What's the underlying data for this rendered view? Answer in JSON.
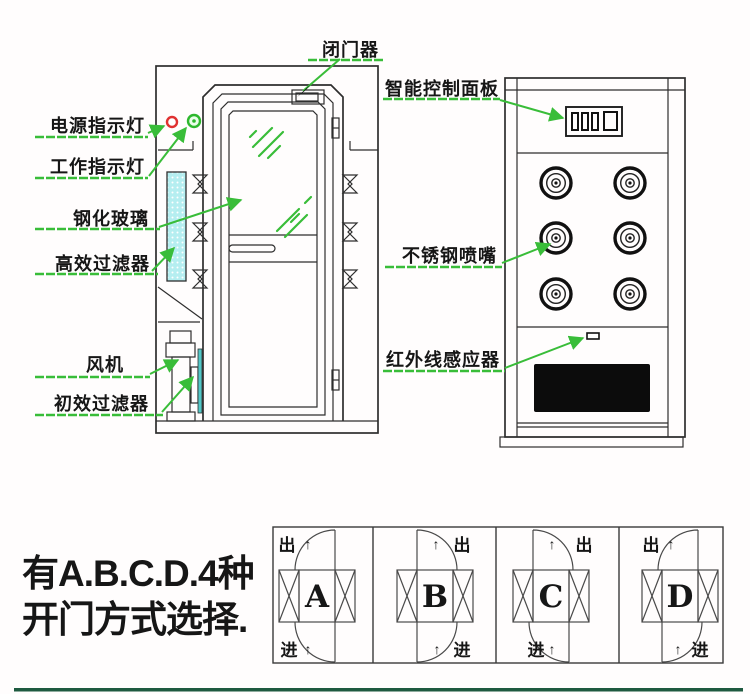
{
  "front_view": {
    "door_closer": "闭门器",
    "power_light": "电源指示灯",
    "work_light": "工作指示灯",
    "tempered_glass": "钢化玻璃",
    "hepa_filter": "高效过滤器",
    "fan": "风机",
    "primary_filter": "初效过滤器"
  },
  "panel_view": {
    "control_panel": "智能控制面板",
    "nozzle": "不锈钢喷嘴",
    "ir_sensor": "红外线感应器"
  },
  "door_options": {
    "heading_line1": "有A.B.C.D.4种",
    "heading_line2": "开门方式选择.",
    "out": "出",
    "in": "进",
    "up_arrow": "↑",
    "cells": [
      {
        "letter": "A"
      },
      {
        "letter": "B"
      },
      {
        "letter": "C"
      },
      {
        "letter": "D"
      }
    ]
  },
  "colors": {
    "leader_green": "#39bd39",
    "indicator_red": "#e03131",
    "indicator_green": "#2eb82e",
    "filter_cyan": "#b5eef0",
    "strip_teal": "#52c8c8",
    "grille_black": "#0c0c0c",
    "footer_green": "#1e5a40"
  }
}
